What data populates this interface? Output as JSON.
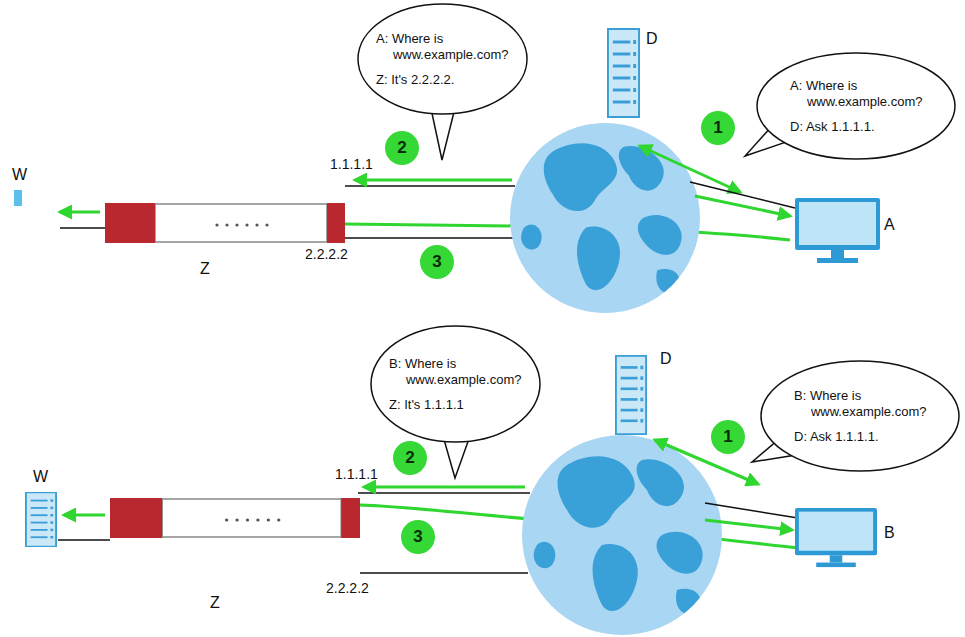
{
  "diagram": {
    "nodes": [
      {
        "text": [
          "A: Where is www.example.com?",
          "Z: It's 2.2.2.2."
        ]
      },
      {
        "text": [
          "A: Where is www.example.com?",
          "D: Ask 1.1.1.1."
        ]
      },
      {
        "text": [
          "2"
        ]
      },
      {
        "text": [
          "1"
        ]
      },
      {
        "text": [
          "3"
        ]
      },
      {
        "text": [
          "B: Where is www.example.com?",
          "Z: It's 1.1.1.1"
        ]
      },
      {
        "text": [
          "B: Where is www.example.com?",
          "D: Ask 1.1.1.1."
        ]
      },
      {
        "text": [
          "2"
        ]
      },
      {
        "text": [
          "1"
        ]
      },
      {
        "text": [
          "3"
        ]
      }
    ],
    "labels": [
      "D",
      "W",
      "1.1.1.1",
      "A",
      "2.2.2.2",
      "Z",
      "W",
      "D",
      "1.1.1.1",
      "B",
      "2.2.2.2",
      "Z"
    ]
  }
}
